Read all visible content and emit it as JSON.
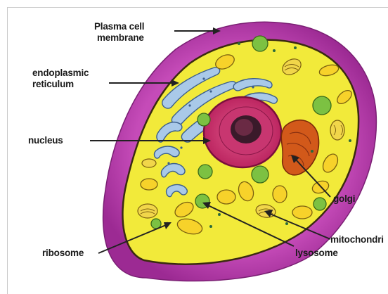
{
  "labels": {
    "plasma_membrane": [
      "Plasma cell",
      "membrane"
    ],
    "endoplasmic_reticulum": [
      "endoplasmic",
      "reticulum"
    ],
    "nucleus": "nucleus",
    "golgi": "golgi",
    "mitochondria": "mitochondri",
    "ribosome": "ribosome",
    "lysosome": "lysosome"
  },
  "colors": {
    "outer_membrane": "#b23aa8",
    "cytoplasm": "#f2ea3a",
    "nucleus": "#cc2f6e",
    "nucleolus": "#3a1a2a",
    "er": "#a9c9e8",
    "golgi": "#d2591a",
    "lysosome": "#7cc142",
    "vesicle": "#f7d22a",
    "leader_line": "#222222"
  }
}
